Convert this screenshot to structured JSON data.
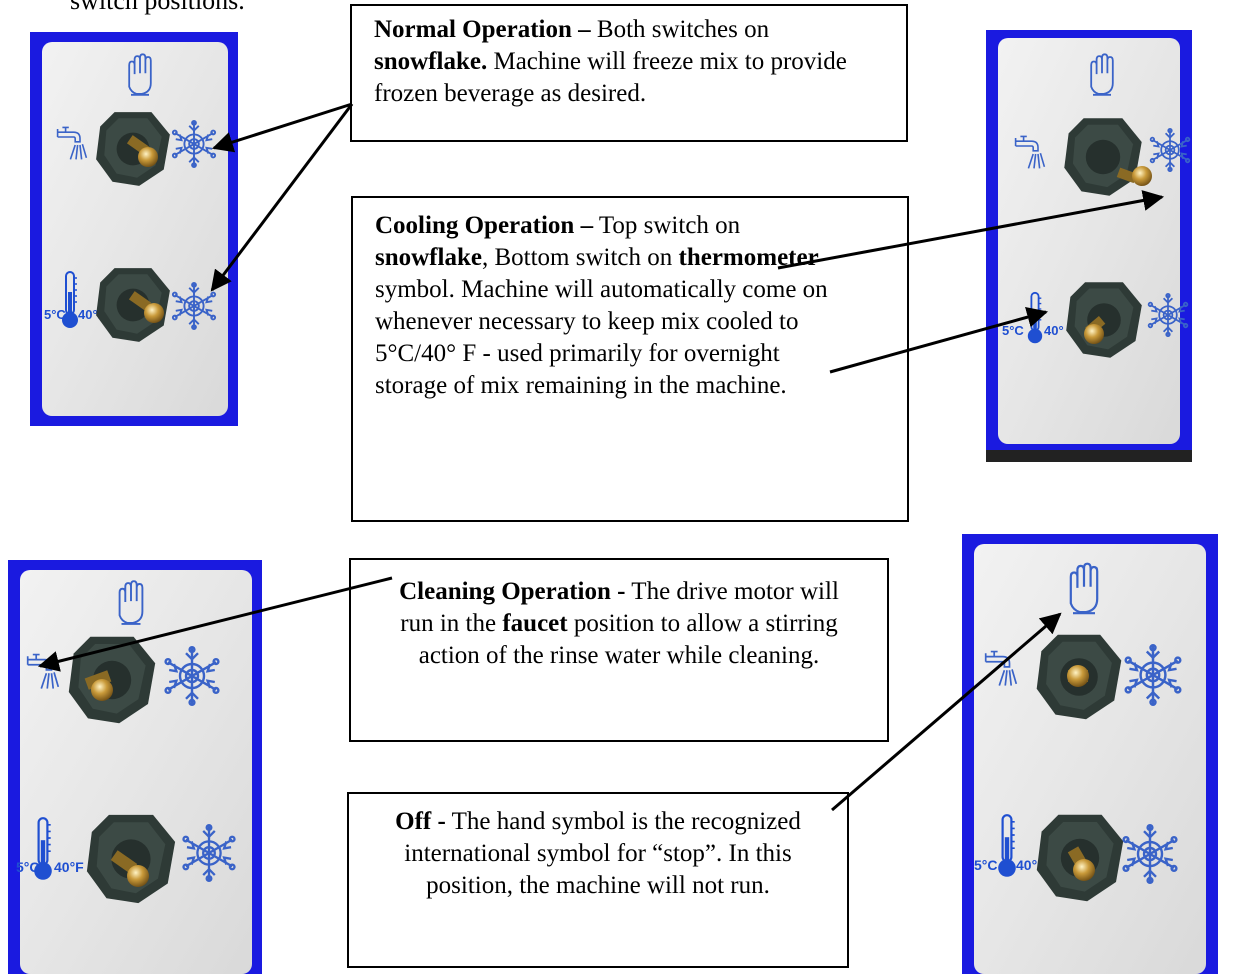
{
  "header": {
    "cut_text": "switch positions."
  },
  "callouts": {
    "normal": {
      "title": "Normal Operation –",
      "text1": " Both switches on ",
      "bold1": "snowflake.",
      "text2": " Machine will freeze mix to provide frozen beverage as desired."
    },
    "cooling": {
      "title": "Cooling Operation –",
      "text1": " Top switch on ",
      "bold1": "snowflake",
      "text2": ", Bottom switch on ",
      "bold2": "thermometer",
      "text3": " symbol. Machine will automatically come on whenever necessary to keep mix cooled to 5°C/40° F - used primarily for overnight storage of mix remaining in the machine."
    },
    "cleaning": {
      "title": "Cleaning Operation -",
      "text1": " The drive motor will run in the ",
      "bold1": "faucet",
      "text2": " position to allow a stirring action of the rinse water while cleaning."
    },
    "off": {
      "title": "Off -",
      "text1": " The hand symbol is the recognized international symbol for “stop”.  In this position, the machine will not run."
    }
  },
  "panel_label": "5°C",
  "panel_label_f": "40°F",
  "panel_label_f_short": "40°",
  "colors": {
    "panel_border": "#1a1ae0",
    "symbol_blue": "#3a63c8",
    "switch_body": "#2e3a36",
    "toggle_brass": "#b8892f"
  }
}
